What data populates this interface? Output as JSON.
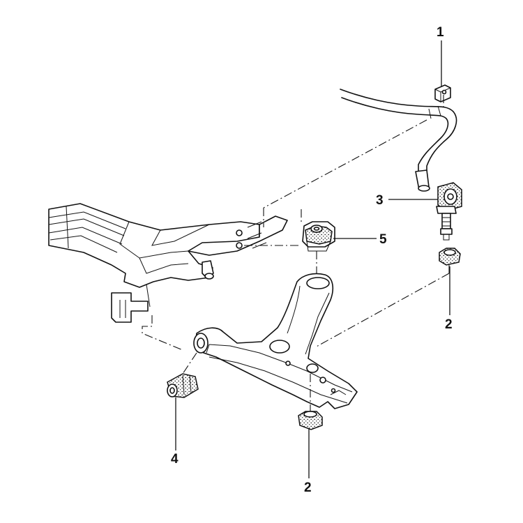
{
  "callouts": [
    {
      "id": "c1",
      "label": "1",
      "part": "stabilizer-bar-bushing"
    },
    {
      "id": "c2a",
      "label": "2",
      "part": "stabilizer-link-bushing"
    },
    {
      "id": "c2b",
      "label": "2",
      "part": "control-arm-rear-bushing"
    },
    {
      "id": "c3",
      "label": "3",
      "part": "stabilizer-link"
    },
    {
      "id": "c4",
      "label": "4",
      "part": "control-arm-front-bushing"
    },
    {
      "id": "c5",
      "label": "5",
      "part": "control-arm-rear-mount"
    }
  ]
}
